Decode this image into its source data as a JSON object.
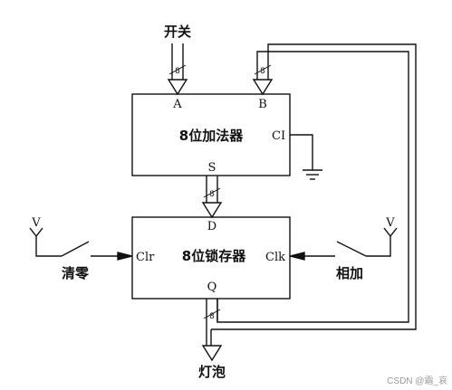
{
  "inputs": {
    "switch_label": "开关",
    "switch_width": "8"
  },
  "adder": {
    "title": "8位加法器",
    "port_a": "A",
    "port_b": "B",
    "port_ci": "CI",
    "port_s": "S",
    "sum_width": "8"
  },
  "latch": {
    "title": "8位锁存器",
    "port_d": "D",
    "port_clr": "Clr",
    "port_clk": "Clk",
    "port_q": "Q",
    "q_width": "8"
  },
  "feedback": {
    "width": "8"
  },
  "controls": {
    "clear_label": "清零",
    "add_label": "相加",
    "v_left": "V",
    "v_right": "V"
  },
  "output": {
    "bulb_label": "灯泡"
  },
  "watermark": "CSDN @霜_哀"
}
